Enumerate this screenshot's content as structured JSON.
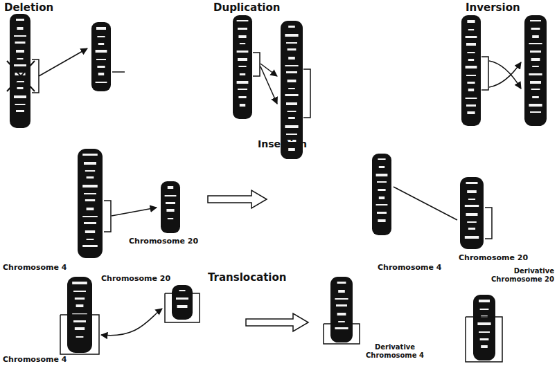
{
  "diagram": {
    "labels": [
      "Deletion",
      "Duplication",
      "Inversion",
      "Insertion",
      "Chromosome 20",
      "Chromosome 20",
      "Chromosome 4",
      "Chromosome 4",
      "Translocation",
      "Derivative Chromosome 20",
      "Chromosome 20",
      "Derivative Chromosome 4",
      "Chromosome 4"
    ]
  }
}
